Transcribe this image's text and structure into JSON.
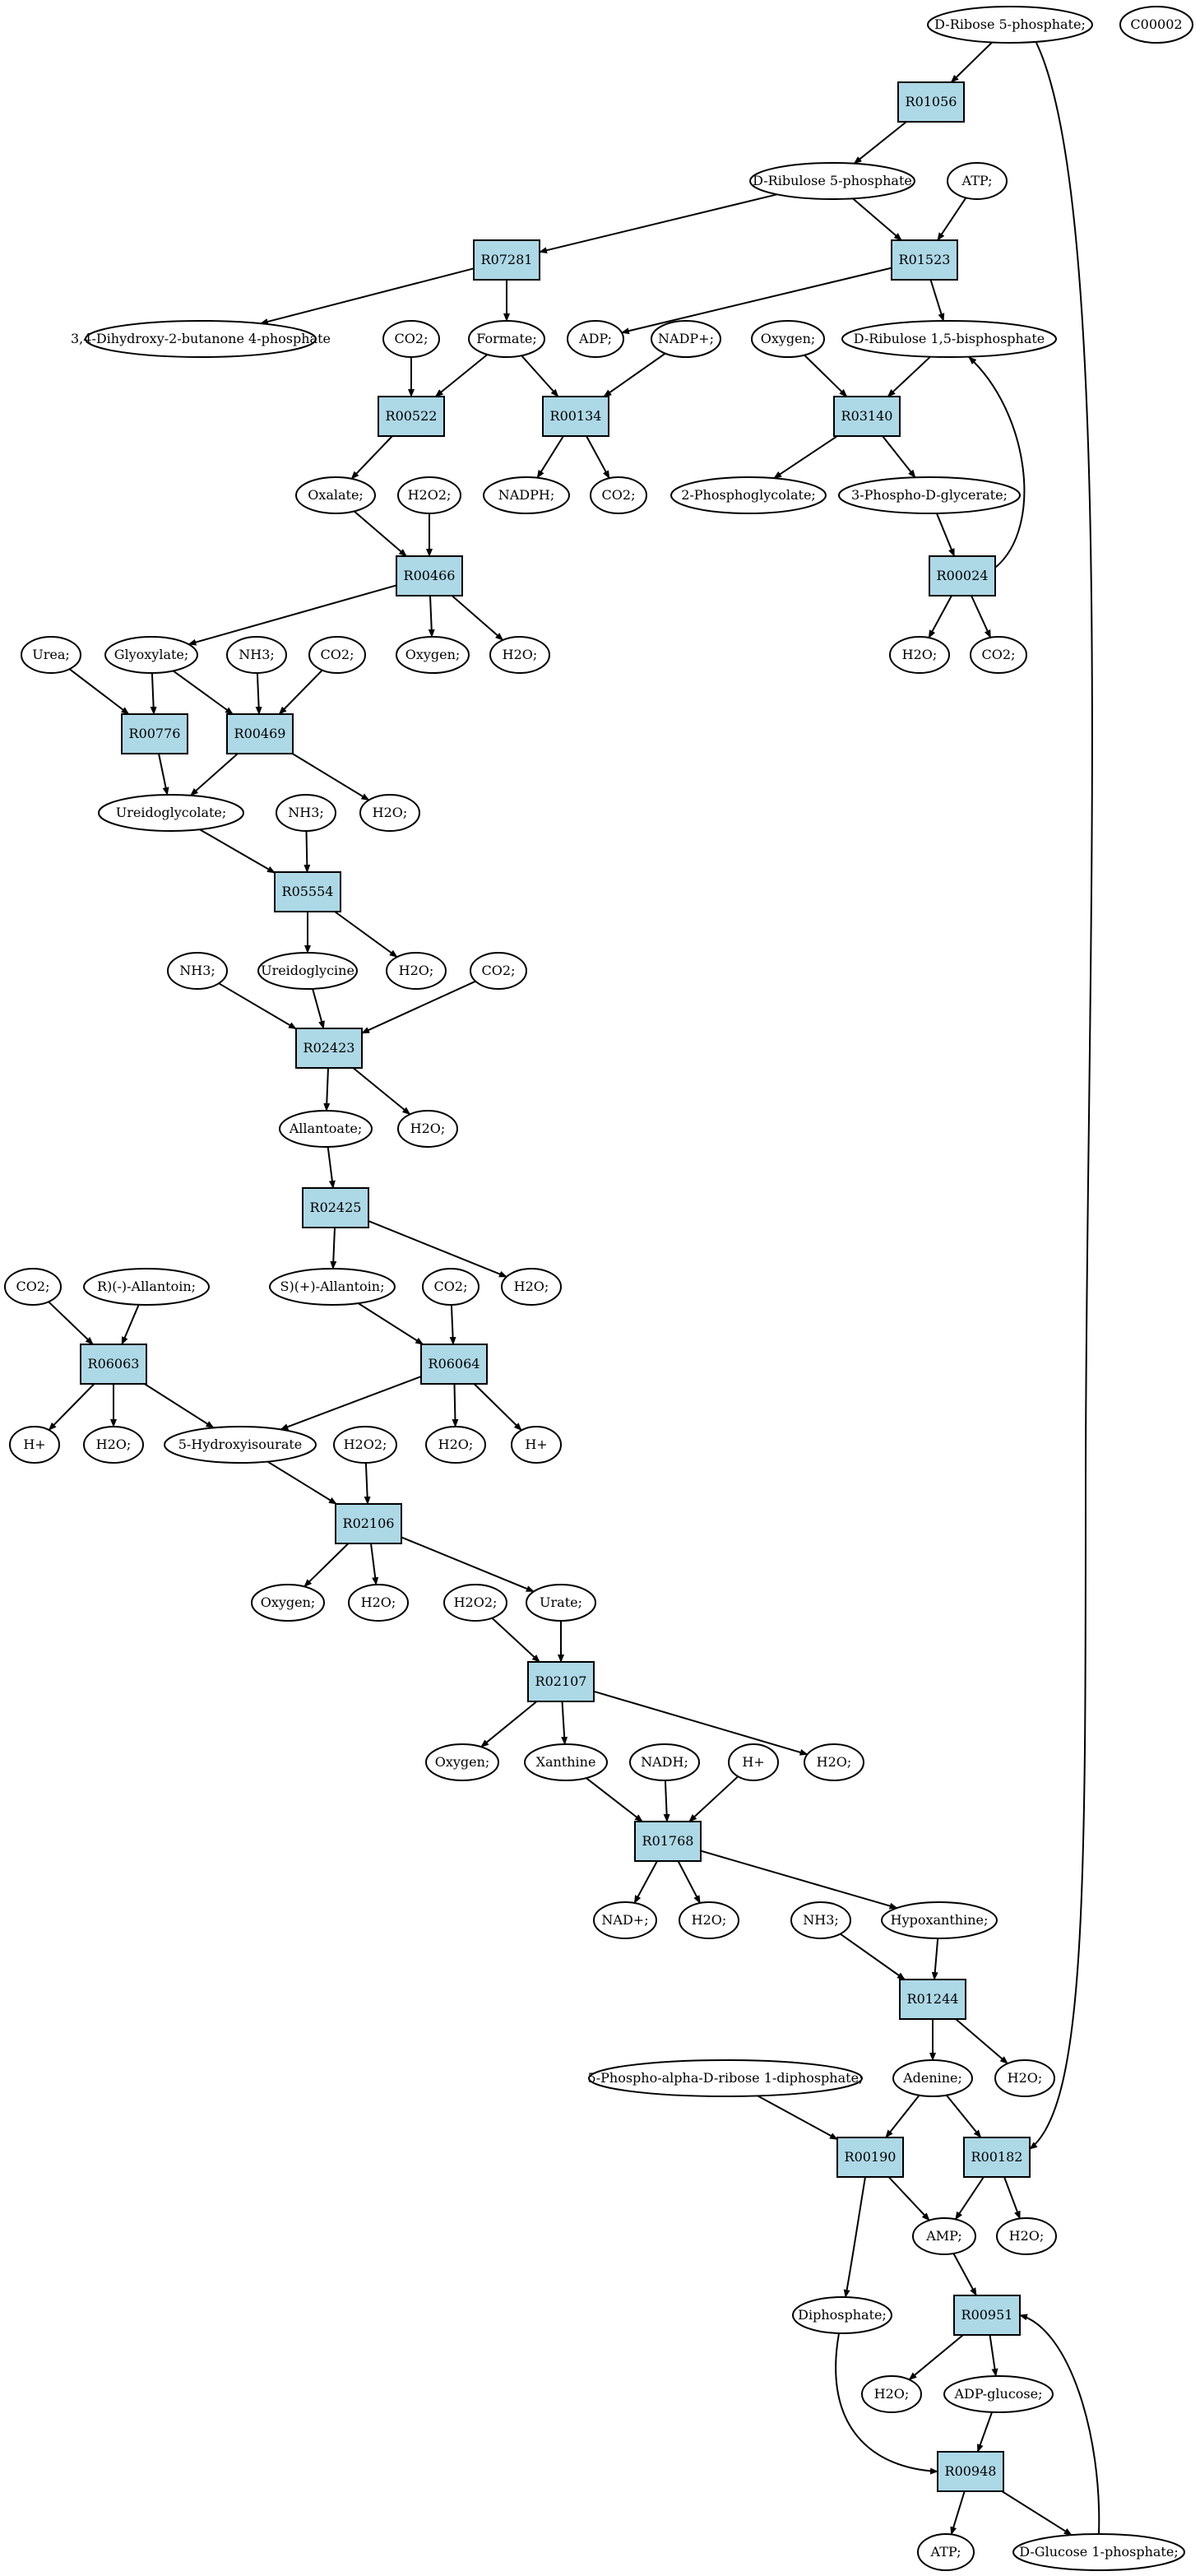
{
  "colors": {
    "reaction_fill": "#add8e6",
    "compound_fill": "#ffffff",
    "start_compound_fill": "#00ee00",
    "highlight_compound_fill": "#ffff00",
    "line": "#000000"
  },
  "nodes": {
    "c_r5p": {
      "label": "D-Ribose 5-phosphate;",
      "kind": "compound",
      "fill": "#00ee00"
    },
    "c_c00002": {
      "label": "C00002",
      "kind": "compound",
      "fill": "#ffff00"
    },
    "r01056": {
      "label": "R01056",
      "kind": "reaction"
    },
    "c_ru5p": {
      "label": "D-Ribulose 5-phosphate",
      "kind": "compound"
    },
    "c_atp1": {
      "label": "ATP;",
      "kind": "compound"
    },
    "r07281": {
      "label": "R07281",
      "kind": "reaction"
    },
    "r01523": {
      "label": "R01523",
      "kind": "reaction"
    },
    "c_dhbp": {
      "label": "3,4-Dihydroxy-2-butanone 4-phosphate",
      "kind": "compound"
    },
    "c_co2_a": {
      "label": "CO2;",
      "kind": "compound"
    },
    "c_formate": {
      "label": "Formate;",
      "kind": "compound"
    },
    "c_adp": {
      "label": "ADP;",
      "kind": "compound"
    },
    "c_nadp": {
      "label": "NADP+;",
      "kind": "compound"
    },
    "c_oxygen_a": {
      "label": "Oxygen;",
      "kind": "compound"
    },
    "c_rubp": {
      "label": "D-Ribulose 1,5-bisphosphate",
      "kind": "compound"
    },
    "r00522": {
      "label": "R00522",
      "kind": "reaction"
    },
    "r00134": {
      "label": "R00134",
      "kind": "reaction"
    },
    "r03140": {
      "label": "R03140",
      "kind": "reaction"
    },
    "c_oxalate": {
      "label": "Oxalate;",
      "kind": "compound"
    },
    "c_h2o2_a": {
      "label": "H2O2;",
      "kind": "compound"
    },
    "c_nadph": {
      "label": "NADPH;",
      "kind": "compound"
    },
    "c_co2_b": {
      "label": "CO2;",
      "kind": "compound"
    },
    "c_2pg": {
      "label": "2-Phosphoglycolate;",
      "kind": "compound"
    },
    "c_3pg": {
      "label": "3-Phospho-D-glycerate;",
      "kind": "compound"
    },
    "r00466": {
      "label": "R00466",
      "kind": "reaction"
    },
    "r00024": {
      "label": "R00024",
      "kind": "reaction"
    },
    "c_urea": {
      "label": "Urea;",
      "kind": "compound"
    },
    "c_glyoxylate": {
      "label": "Glyoxylate;",
      "kind": "compound"
    },
    "c_nh3_a": {
      "label": "NH3;",
      "kind": "compound"
    },
    "c_co2_c": {
      "label": "CO2;",
      "kind": "compound"
    },
    "c_oxygen_b": {
      "label": "Oxygen;",
      "kind": "compound"
    },
    "c_h2o_a": {
      "label": "H2O;",
      "kind": "compound"
    },
    "c_h2o_b": {
      "label": "H2O;",
      "kind": "compound"
    },
    "c_co2_d": {
      "label": "CO2;",
      "kind": "compound"
    },
    "r00776": {
      "label": "R00776",
      "kind": "reaction"
    },
    "r00469": {
      "label": "R00469",
      "kind": "reaction"
    },
    "c_ureidoglycolate": {
      "label": "Ureidoglycolate;",
      "kind": "compound"
    },
    "c_nh3_b": {
      "label": "NH3;",
      "kind": "compound"
    },
    "c_h2o_c": {
      "label": "H2O;",
      "kind": "compound"
    },
    "r05554": {
      "label": "R05554",
      "kind": "reaction"
    },
    "c_nh3_c": {
      "label": "NH3;",
      "kind": "compound"
    },
    "c_ureidoglycine": {
      "label": "Ureidoglycine",
      "kind": "compound"
    },
    "c_h2o_d": {
      "label": "H2O;",
      "kind": "compound"
    },
    "c_co2_e": {
      "label": "CO2;",
      "kind": "compound"
    },
    "r02423": {
      "label": "R02423",
      "kind": "reaction"
    },
    "c_allantoate": {
      "label": "Allantoate;",
      "kind": "compound"
    },
    "c_h2o_e": {
      "label": "H2O;",
      "kind": "compound"
    },
    "r02425": {
      "label": "R02425",
      "kind": "reaction"
    },
    "c_co2_f": {
      "label": "CO2;",
      "kind": "compound"
    },
    "c_r_allantoin": {
      "label": "R)(-)-Allantoin;",
      "kind": "compound"
    },
    "c_s_allantoin": {
      "label": "S)(+)-Allantoin;",
      "kind": "compound"
    },
    "c_co2_g": {
      "label": "CO2;",
      "kind": "compound"
    },
    "c_h2o_f": {
      "label": "H2O;",
      "kind": "compound"
    },
    "r06063": {
      "label": "R06063",
      "kind": "reaction"
    },
    "r06064": {
      "label": "R06064",
      "kind": "reaction"
    },
    "c_hplus_a": {
      "label": "H+",
      "kind": "compound"
    },
    "c_h2o_g": {
      "label": "H2O;",
      "kind": "compound"
    },
    "c_5hiu": {
      "label": "5-Hydroxyisourate",
      "kind": "compound"
    },
    "c_h2o2_b": {
      "label": "H2O2;",
      "kind": "compound"
    },
    "c_h2o_h": {
      "label": "H2O;",
      "kind": "compound"
    },
    "c_hplus_b": {
      "label": "H+",
      "kind": "compound"
    },
    "r02106": {
      "label": "R02106",
      "kind": "reaction"
    },
    "c_oxygen_c": {
      "label": "Oxygen;",
      "kind": "compound"
    },
    "c_h2o_i": {
      "label": "H2O;",
      "kind": "compound"
    },
    "c_h2o2_c": {
      "label": "H2O2;",
      "kind": "compound"
    },
    "c_urate": {
      "label": "Urate;",
      "kind": "compound"
    },
    "r02107": {
      "label": "R02107",
      "kind": "reaction"
    },
    "c_oxygen_d": {
      "label": "Oxygen;",
      "kind": "compound"
    },
    "c_xanthine": {
      "label": "Xanthine",
      "kind": "compound"
    },
    "c_nadh": {
      "label": "NADH;",
      "kind": "compound"
    },
    "c_hplus_c": {
      "label": "H+",
      "kind": "compound"
    },
    "c_h2o_j": {
      "label": "H2O;",
      "kind": "compound"
    },
    "r01768": {
      "label": "R01768",
      "kind": "reaction"
    },
    "c_nad": {
      "label": "NAD+;",
      "kind": "compound"
    },
    "c_h2o_k": {
      "label": "H2O;",
      "kind": "compound"
    },
    "c_nh3_d": {
      "label": "NH3;",
      "kind": "compound"
    },
    "c_hypoxanthine": {
      "label": "Hypoxanthine;",
      "kind": "compound"
    },
    "r01244": {
      "label": "R01244",
      "kind": "reaction"
    },
    "c_prpp": {
      "label": "5-Phospho-alpha-D-ribose 1-diphosphate;",
      "kind": "compound"
    },
    "c_adenine": {
      "label": "Adenine;",
      "kind": "compound"
    },
    "c_h2o_l": {
      "label": "H2O;",
      "kind": "compound"
    },
    "r00190": {
      "label": "R00190",
      "kind": "reaction"
    },
    "r00182": {
      "label": "R00182",
      "kind": "reaction"
    },
    "c_amp": {
      "label": "AMP;",
      "kind": "compound"
    },
    "c_h2o_m": {
      "label": "H2O;",
      "kind": "compound"
    },
    "c_diphosphate": {
      "label": "Diphosphate;",
      "kind": "compound"
    },
    "r00951": {
      "label": "R00951",
      "kind": "reaction"
    },
    "c_h2o_n": {
      "label": "H2O;",
      "kind": "compound"
    },
    "c_adpglucose": {
      "label": "ADP-glucose;",
      "kind": "compound"
    },
    "r00948": {
      "label": "R00948",
      "kind": "reaction"
    },
    "c_atp2": {
      "label": "ATP;",
      "kind": "compound"
    },
    "c_g1p": {
      "label": "D-Glucose 1-phosphate;",
      "kind": "compound"
    }
  },
  "edges": [
    [
      "c_r5p",
      "r01056"
    ],
    [
      "c_r5p",
      "r00182"
    ],
    [
      "r01056",
      "c_ru5p"
    ],
    [
      "c_ru5p",
      "r07281"
    ],
    [
      "c_ru5p",
      "r01523"
    ],
    [
      "c_atp1",
      "r01523"
    ],
    [
      "r07281",
      "c_dhbp"
    ],
    [
      "r07281",
      "c_formate"
    ],
    [
      "r01523",
      "c_adp"
    ],
    [
      "r01523",
      "c_rubp"
    ],
    [
      "c_co2_a",
      "r00522"
    ],
    [
      "c_formate",
      "r00522"
    ],
    [
      "c_formate",
      "r00134"
    ],
    [
      "c_nadp",
      "r00134"
    ],
    [
      "c_oxygen_a",
      "r03140"
    ],
    [
      "c_rubp",
      "r03140"
    ],
    [
      "r00522",
      "c_oxalate"
    ],
    [
      "r00134",
      "c_nadph"
    ],
    [
      "r00134",
      "c_co2_b"
    ],
    [
      "r03140",
      "c_2pg"
    ],
    [
      "r03140",
      "c_3pg"
    ],
    [
      "c_oxalate",
      "r00466"
    ],
    [
      "c_h2o2_a",
      "r00466"
    ],
    [
      "c_3pg",
      "r00024"
    ],
    [
      "r00024",
      "c_rubp"
    ],
    [
      "r00024",
      "c_h2o_b"
    ],
    [
      "r00024",
      "c_co2_d"
    ],
    [
      "r00466",
      "c_glyoxylate"
    ],
    [
      "r00466",
      "c_oxygen_b"
    ],
    [
      "r00466",
      "c_h2o_a"
    ],
    [
      "c_urea",
      "r00776"
    ],
    [
      "c_glyoxylate",
      "r00776"
    ],
    [
      "c_glyoxylate",
      "r00469"
    ],
    [
      "c_nh3_a",
      "r00469"
    ],
    [
      "c_co2_c",
      "r00469"
    ],
    [
      "r00776",
      "c_ureidoglycolate"
    ],
    [
      "r00469",
      "c_ureidoglycolate"
    ],
    [
      "r00469",
      "c_h2o_c"
    ],
    [
      "c_ureidoglycolate",
      "r05554"
    ],
    [
      "c_nh3_b",
      "r05554"
    ],
    [
      "r05554",
      "c_ureidoglycine"
    ],
    [
      "r05554",
      "c_h2o_d"
    ],
    [
      "c_nh3_c",
      "r02423"
    ],
    [
      "c_ureidoglycine",
      "r02423"
    ],
    [
      "c_co2_e",
      "r02423"
    ],
    [
      "r02423",
      "c_allantoate"
    ],
    [
      "r02423",
      "c_h2o_e"
    ],
    [
      "c_allantoate",
      "r02425"
    ],
    [
      "r02425",
      "c_s_allantoin"
    ],
    [
      "r02425",
      "c_h2o_f"
    ],
    [
      "c_co2_f",
      "r06063"
    ],
    [
      "c_r_allantoin",
      "r06063"
    ],
    [
      "c_s_allantoin",
      "r06064"
    ],
    [
      "c_co2_g",
      "r06064"
    ],
    [
      "r06063",
      "c_hplus_a"
    ],
    [
      "r06063",
      "c_h2o_g"
    ],
    [
      "r06063",
      "c_5hiu"
    ],
    [
      "r06064",
      "c_5hiu"
    ],
    [
      "r06064",
      "c_h2o_h"
    ],
    [
      "r06064",
      "c_hplus_b"
    ],
    [
      "c_5hiu",
      "r02106"
    ],
    [
      "c_h2o2_b",
      "r02106"
    ],
    [
      "r02106",
      "c_oxygen_c"
    ],
    [
      "r02106",
      "c_h2o_i"
    ],
    [
      "r02106",
      "c_urate"
    ],
    [
      "c_h2o2_c",
      "r02107"
    ],
    [
      "c_urate",
      "r02107"
    ],
    [
      "r02107",
      "c_oxygen_d"
    ],
    [
      "r02107",
      "c_xanthine"
    ],
    [
      "r02107",
      "c_h2o_j"
    ],
    [
      "c_xanthine",
      "r01768"
    ],
    [
      "c_nadh",
      "r01768"
    ],
    [
      "c_hplus_c",
      "r01768"
    ],
    [
      "r01768",
      "c_nad"
    ],
    [
      "r01768",
      "c_h2o_k"
    ],
    [
      "r01768",
      "c_hypoxanthine"
    ],
    [
      "c_nh3_d",
      "r01244"
    ],
    [
      "c_hypoxanthine",
      "r01244"
    ],
    [
      "r01244",
      "c_adenine"
    ],
    [
      "r01244",
      "c_h2o_l"
    ],
    [
      "c_prpp",
      "r00190"
    ],
    [
      "c_adenine",
      "r00190"
    ],
    [
      "c_adenine",
      "r00182"
    ],
    [
      "r00190",
      "c_amp"
    ],
    [
      "r00190",
      "c_diphosphate"
    ],
    [
      "r00182",
      "c_amp"
    ],
    [
      "r00182",
      "c_h2o_m"
    ],
    [
      "c_amp",
      "r00951"
    ],
    [
      "r00951",
      "c_h2o_n"
    ],
    [
      "r00951",
      "c_adpglucose"
    ],
    [
      "c_adpglucose",
      "r00948"
    ],
    [
      "c_diphosphate",
      "r00948"
    ],
    [
      "r00948",
      "c_atp2"
    ],
    [
      "r00948",
      "c_g1p"
    ],
    [
      "c_g1p",
      "r00951"
    ]
  ]
}
